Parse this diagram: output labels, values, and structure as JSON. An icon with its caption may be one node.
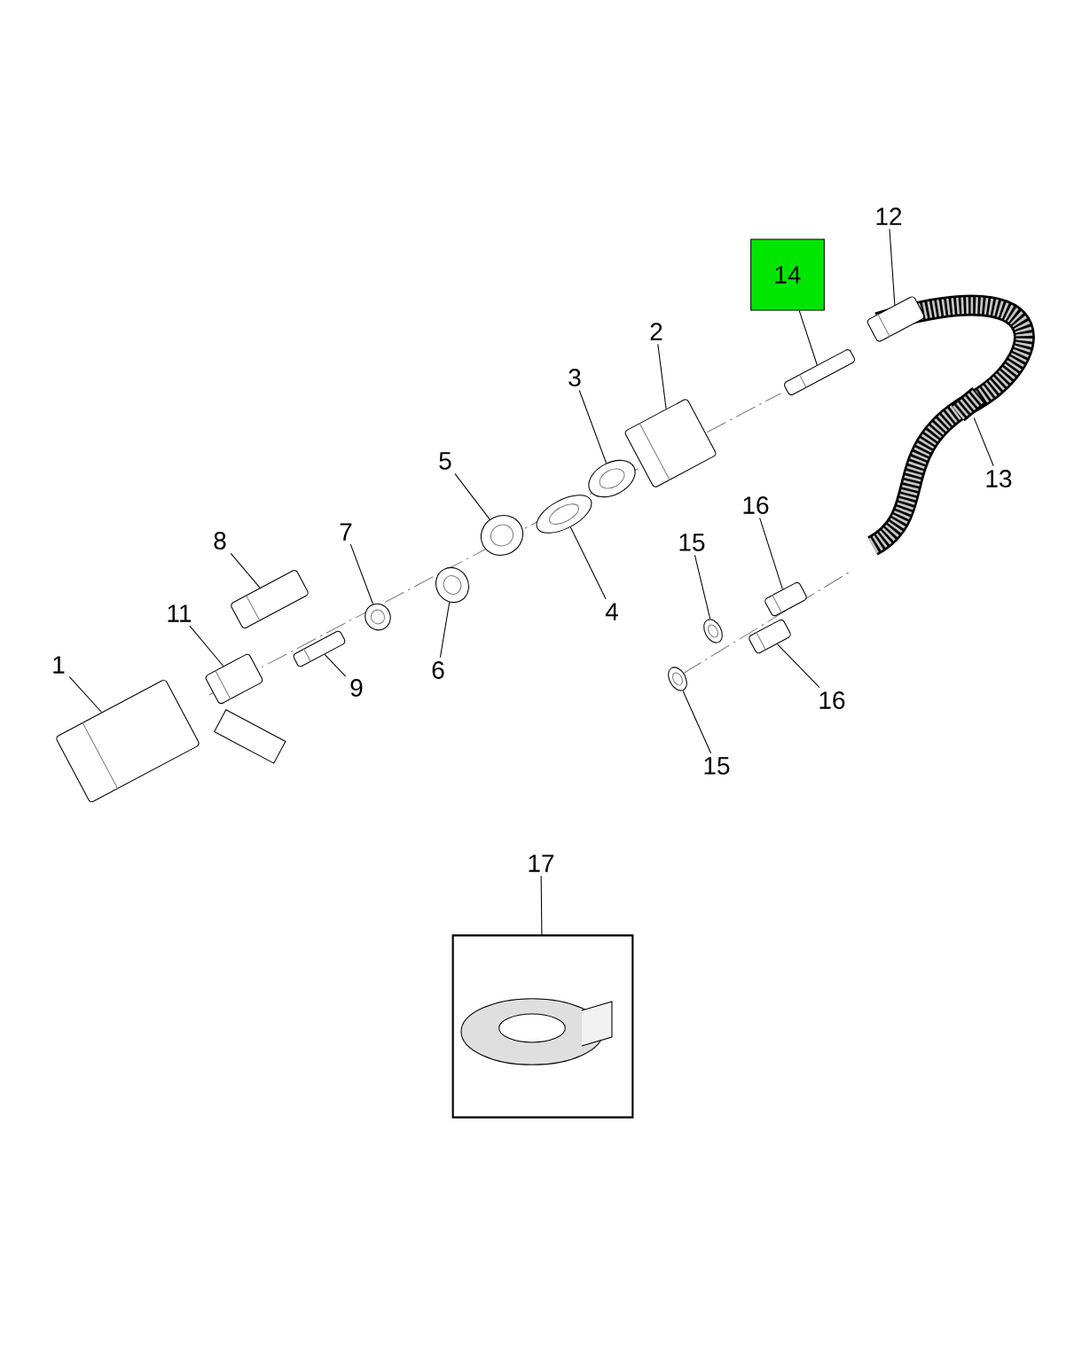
{
  "diagram": {
    "nodes": [
      {
        "text": [
          "12"
        ]
      },
      {
        "text": [
          "14"
        ]
      },
      {
        "text": [
          "2"
        ]
      },
      {
        "text": [
          "3"
        ]
      },
      {
        "text": [
          "5"
        ]
      },
      {
        "text": [
          "13"
        ]
      },
      {
        "text": [
          "16"
        ]
      },
      {
        "text": [
          "15"
        ]
      },
      {
        "text": [
          "8"
        ]
      },
      {
        "text": [
          "7"
        ]
      },
      {
        "text": [
          "4"
        ]
      },
      {
        "text": [
          "11"
        ]
      },
      {
        "text": [
          "1"
        ]
      },
      {
        "text": [
          "6"
        ]
      },
      {
        "text": [
          "9"
        ]
      },
      {
        "text": [
          "16"
        ]
      },
      {
        "text": [
          "15"
        ]
      },
      {
        "text": [
          "17"
        ]
      },
      {
        "text": [],
        "shape": "picture"
      },
      {
        "text": [],
        "shape": "picture"
      },
      {
        "text": [],
        "shape": "picture"
      },
      {
        "text": [],
        "shape": "picture"
      },
      {
        "text": [],
        "shape": "picture"
      },
      {
        "text": [],
        "shape": "picture"
      },
      {
        "text": [],
        "shape": "picture"
      },
      {
        "text": [],
        "shape": "picture"
      },
      {
        "text": [],
        "shape": "picture"
      },
      {
        "text": [],
        "shape": "picture"
      },
      {
        "text": [],
        "shape": "picture"
      },
      {
        "text": [],
        "shape": "picture"
      },
      {
        "text": [],
        "shape": "picture"
      },
      {
        "text": [],
        "shape": "picture"
      },
      {
        "text": [],
        "shape": "picture"
      },
      {
        "text": [],
        "shape": "picture"
      },
      {
        "text": [],
        "shape": "picture"
      },
      {
        "text": [],
        "shape": "box"
      },
      {
        "text": [],
        "shape": "picture",
        "in": 35
      }
    ],
    "edges": [
      {
        "from": 0,
        "to": 33,
        "arrow": "none"
      },
      {
        "from": 1,
        "to": 32,
        "arrow": "none"
      },
      {
        "from": 2,
        "to": 27,
        "arrow": "none"
      },
      {
        "from": 3,
        "to": 26,
        "arrow": "none"
      },
      {
        "from": 4,
        "to": 24,
        "arrow": "none"
      },
      {
        "from": 5,
        "to": 34,
        "arrow": "none"
      },
      {
        "from": 6,
        "to": 31,
        "arrow": "none"
      },
      {
        "from": 7,
        "to": 29,
        "arrow": "none"
      },
      {
        "from": 8,
        "to": 20,
        "arrow": "none"
      },
      {
        "from": 9,
        "to": 22,
        "arrow": "none"
      },
      {
        "from": 10,
        "to": 25,
        "arrow": "none"
      },
      {
        "from": 11,
        "to": 19,
        "arrow": "none"
      },
      {
        "from": 12,
        "to": 18,
        "arrow": "none"
      },
      {
        "from": 13,
        "to": 23,
        "arrow": "none"
      },
      {
        "from": 14,
        "to": 21,
        "arrow": "none"
      },
      {
        "from": 15,
        "to": 30,
        "arrow": "none"
      },
      {
        "from": 16,
        "to": 28,
        "arrow": "none"
      },
      {
        "from": 17,
        "to": 35,
        "arrow": "none"
      }
    ]
  }
}
